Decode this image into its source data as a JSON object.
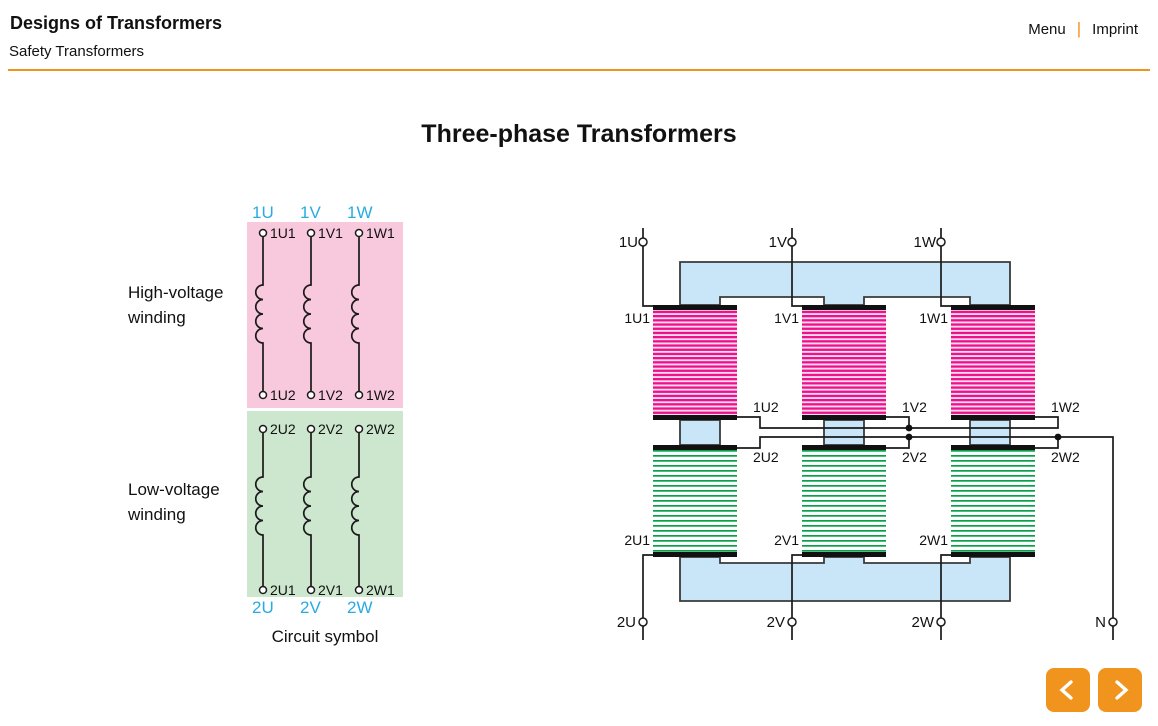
{
  "header": {
    "title": "Designs of Transformers",
    "subtitle": "Safety Transformers",
    "menu_label": "Menu",
    "separator": "|",
    "imprint_label": "Imprint"
  },
  "page": {
    "title": "Three-phase Transformers"
  },
  "colors": {
    "accent_orange": "#F0941E",
    "terminal_cyan": "#29ABE2",
    "hv_background": "#F8C8DC",
    "lv_background": "#CDE7CE",
    "hv_stripe": "#EC108C",
    "lv_stripe": "#08A04A",
    "core_blue": "#C9E6F8"
  },
  "circuit_symbol": {
    "hv_label": "High-voltage winding",
    "lv_label": "Low-voltage winding",
    "caption": "Circuit symbol",
    "top_terminals": [
      "1U",
      "1V",
      "1W"
    ],
    "hv_top": [
      "1U1",
      "1V1",
      "1W1"
    ],
    "hv_bottom": [
      "1U2",
      "1V2",
      "1W2"
    ],
    "lv_top": [
      "2U2",
      "2V2",
      "2W2"
    ],
    "lv_bottom": [
      "2U1",
      "2V1",
      "2W1"
    ],
    "bottom_terminals": [
      "2U",
      "2V",
      "2W"
    ]
  },
  "core_diagram": {
    "top_terminals": [
      "1U",
      "1V",
      "1W"
    ],
    "hv_start": [
      "1U1",
      "1V1",
      "1W1"
    ],
    "hv_end": [
      "1U2",
      "1V2",
      "1W2"
    ],
    "lv_start": [
      "2U2",
      "2V2",
      "2W2"
    ],
    "lv_end": [
      "2U1",
      "2V1",
      "2W1"
    ],
    "bottom_terminals": [
      "2U",
      "2V",
      "2W"
    ],
    "neutral": "N"
  }
}
